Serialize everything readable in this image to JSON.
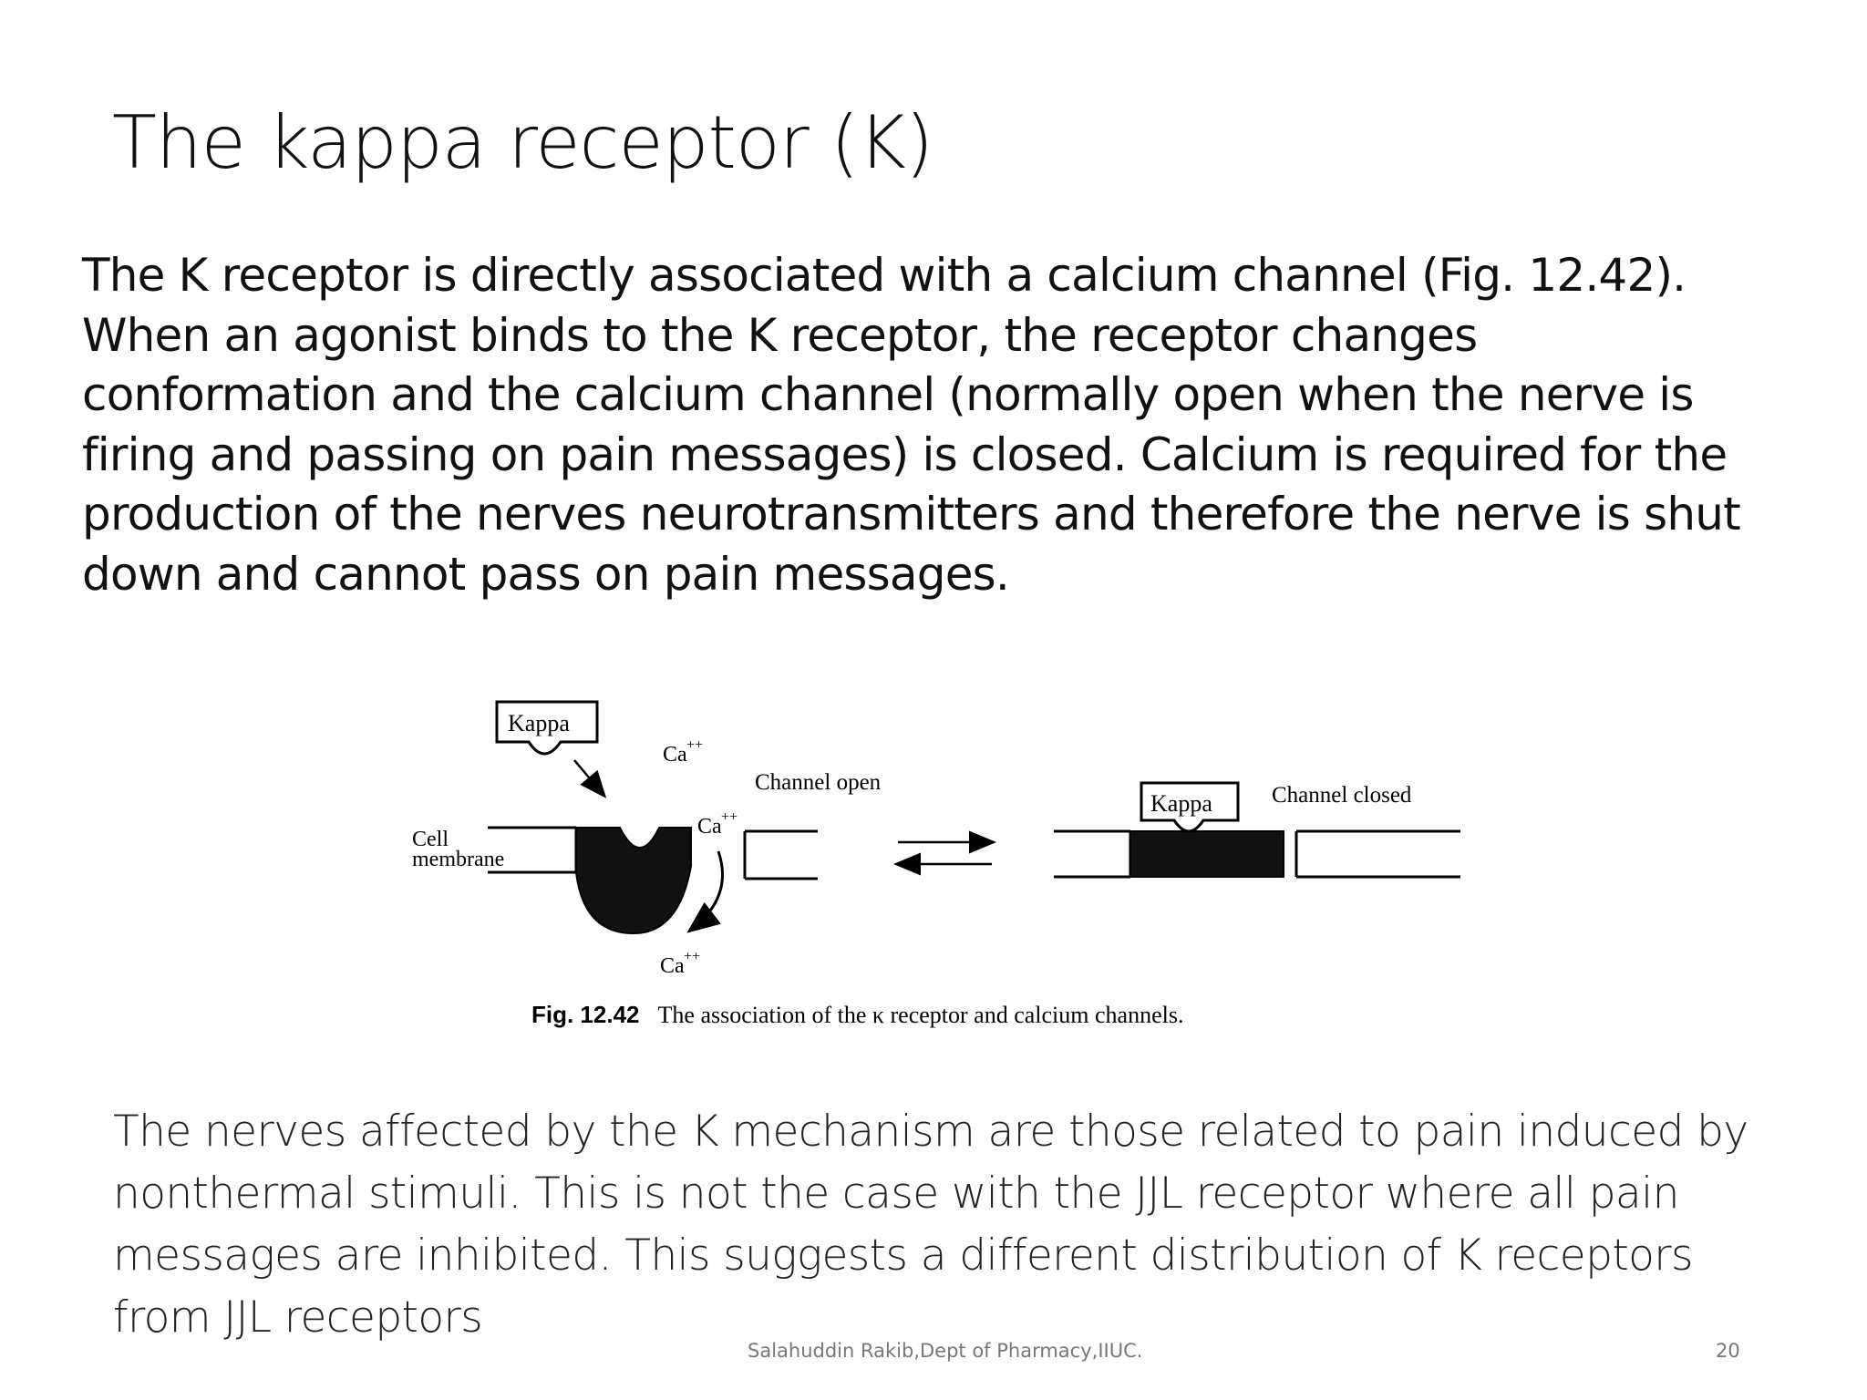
{
  "slide": {
    "title": "The kappa receptor (K)",
    "paragraph1_lines": [
      "The K receptor is directly associated with a calcium channel (Fig. 12.42).",
      "When an agonist binds to the K receptor, the receptor changes",
      "conformation and the calcium channel (normally open when the nerve is",
      "firing and passing on pain messages) is closed. Calcium is required for the",
      "production of the nerves neurotransmitters and therefore the nerve is shut",
      "down and cannot pass on pain messages."
    ],
    "paragraph2_lines": [
      "The nerves affected by the K mechanism are those related to pain induced by",
      "nonthermal stimuli. This is not the case with the JJL receptor where all pain",
      "messages are inhibited. This suggests a different distribution of K receptors",
      "from JJL receptors"
    ],
    "footer": "Salahuddin Rakib,Dept of Pharmacy,IIUC.",
    "page_number": "20"
  },
  "figure": {
    "kappa_label_left": "Kappa",
    "kappa_label_right": "Kappa",
    "ca_label": "Ca",
    "ca_superscript": "++",
    "channel_open_label": "Channel open",
    "channel_closed_label": "Channel closed",
    "cell_label": "Cell",
    "membrane_label": "membrane",
    "caption_fig": "Fig. 12.42",
    "caption_text": "The association of the κ receptor and calcium channels."
  }
}
